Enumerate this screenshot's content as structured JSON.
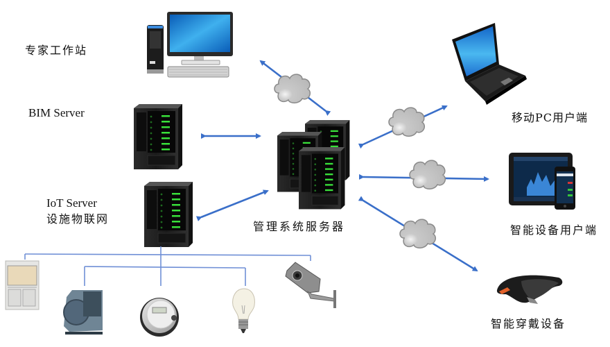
{
  "diagram": {
    "title": "",
    "nodes": {
      "expert_workstation": {
        "label": "专家工作站",
        "icon": "desktop-computer"
      },
      "bim_server": {
        "label": "BIM Server",
        "icon": "server-rack"
      },
      "iot_server": {
        "label_line1": "IoT Server",
        "label_line2": "设施物联网",
        "icon": "server-rack"
      },
      "management_server": {
        "label": "管理系统服务器",
        "icon": "server-cluster"
      },
      "mobile_pc": {
        "label": "移动PC用户端",
        "icon": "laptop"
      },
      "smart_device": {
        "label": "智能设备用户端",
        "icon": "tablet-and-phone"
      },
      "wearable": {
        "label": "智能穿戴设备",
        "icon": "mixed-reality-headset"
      }
    },
    "iot_devices": [
      {
        "icon": "fume-hood-cabinet"
      },
      {
        "icon": "industrial-fan-blower"
      },
      {
        "icon": "electric-meter"
      },
      {
        "icon": "light-bulb"
      },
      {
        "icon": "security-camera"
      }
    ],
    "connections": [
      {
        "from": "management_server",
        "to": "expert_workstation",
        "via_cloud": true,
        "bidirectional": true
      },
      {
        "from": "management_server",
        "to": "bim_server",
        "via_cloud": false,
        "bidirectional": true
      },
      {
        "from": "management_server",
        "to": "iot_server",
        "via_cloud": false,
        "bidirectional": true
      },
      {
        "from": "management_server",
        "to": "mobile_pc",
        "via_cloud": true,
        "bidirectional": true
      },
      {
        "from": "management_server",
        "to": "smart_device",
        "via_cloud": true,
        "bidirectional": true
      },
      {
        "from": "management_server",
        "to": "wearable",
        "via_cloud": true,
        "bidirectional": true
      }
    ],
    "colors": {
      "arrow": "#3a6fc9",
      "tree_line": "#6f8fd6",
      "cloud_fill": "#c8c8c8",
      "cloud_stroke": "#8a8a8a",
      "led_green": "#39e03a"
    }
  }
}
